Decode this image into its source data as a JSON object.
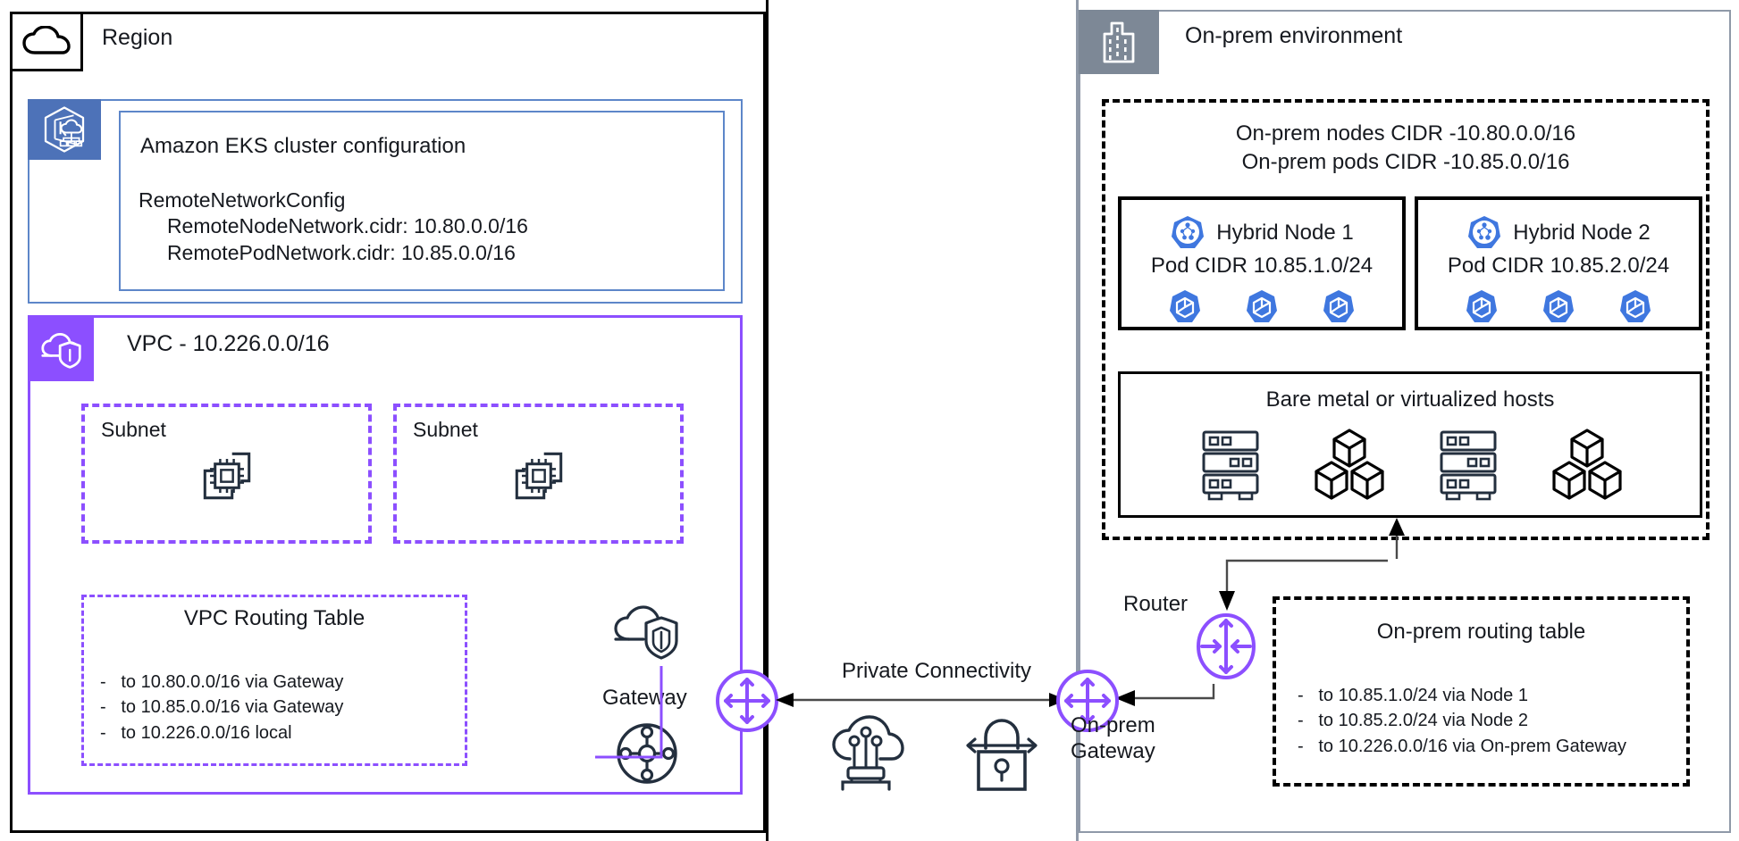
{
  "colors": {
    "aws_purple": "#8c4fff",
    "eks_blue": "#4d72b8",
    "eks_border_blue": "#5d86c9",
    "onprem_gray": "#7d8896",
    "onprem_border": "#8f99a8",
    "ink": "#232f3e",
    "black": "#000000"
  },
  "region": {
    "title": "Region",
    "icon": "cloud-region-icon",
    "eks": {
      "icon": "amazon-eks-icon",
      "title": "Amazon EKS cluster configuration",
      "config_heading": "RemoteNetworkConfig",
      "config_lines": [
        "    RemoteNodeNetwork.cidr: 10.80.0.0/16",
        "    RemotePodNetwork.cidr: 10.85.0.0/16"
      ],
      "config_block": "RemoteNetworkConfig\n     RemoteNodeNetwork.cidr: 10.80.0.0/16\n     RemotePodNetwork.cidr: 10.85.0.0/16"
    },
    "vpc": {
      "icon": "vpc-shield-icon",
      "title": "VPC - 10.226.0.0/16",
      "subnets": [
        {
          "label": "Subnet",
          "icon": "ec2-instances-icon"
        },
        {
          "label": "Subnet",
          "icon": "ec2-instances-icon"
        }
      ],
      "routing_table": {
        "title": "VPC Routing Table",
        "rows": [
          "-   to 10.80.0.0/16 via Gateway",
          "-   to 10.85.0.0/16 via Gateway",
          "-   to 10.226.0.0/16 local"
        ]
      },
      "gateway": {
        "label": "Gateway",
        "cloud_icon": "cloud-shield-gateway-icon",
        "hub_icon": "transit-gateway-hub-icon",
        "connector_icon": "four-way-arrows-icon"
      }
    }
  },
  "connectivity": {
    "label": "Private Connectivity",
    "arrow_icon": "double-headed-arrow-icon",
    "icons": [
      {
        "name": "direct-connect-cloud-icon"
      },
      {
        "name": "site-to-site-vpn-lock-icon"
      }
    ]
  },
  "onprem": {
    "title": "On-prem environment",
    "icon": "office-building-icon",
    "cidr_lines": [
      "On-prem nodes CIDR -10.80.0.0/16",
      "On-prem pods CIDR -10.85.0.0/16"
    ],
    "nodes": [
      {
        "icon": "kubernetes-node-icon",
        "title": "Hybrid Node 1",
        "pod_cidr": "Pod CIDR 10.85.1.0/24",
        "pods": [
          "pod-icon",
          "pod-icon",
          "pod-icon"
        ]
      },
      {
        "icon": "kubernetes-node-icon",
        "title": "Hybrid Node 2",
        "pod_cidr": "Pod CIDR 10.85.2.0/24",
        "pods": [
          "pod-icon",
          "pod-icon",
          "pod-icon"
        ]
      }
    ],
    "hosts": {
      "title": "Bare metal or virtualized hosts",
      "icons": [
        "server-rack-icon",
        "containers-cubes-icon",
        "server-rack-icon",
        "containers-cubes-icon"
      ]
    },
    "router": {
      "label": "Router",
      "icon": "router-icon"
    },
    "gateway": {
      "label_line1": "On-prem",
      "label_line2": "Gateway",
      "icon": "four-way-arrows-icon"
    },
    "routing_table": {
      "title": "On-prem routing table",
      "rows": [
        "-   to 10.85.1.0/24 via Node 1",
        "-   to 10.85.2.0/24 via Node 2",
        "-   to 10.226.0.0/16 via On-prem Gateway"
      ]
    }
  }
}
